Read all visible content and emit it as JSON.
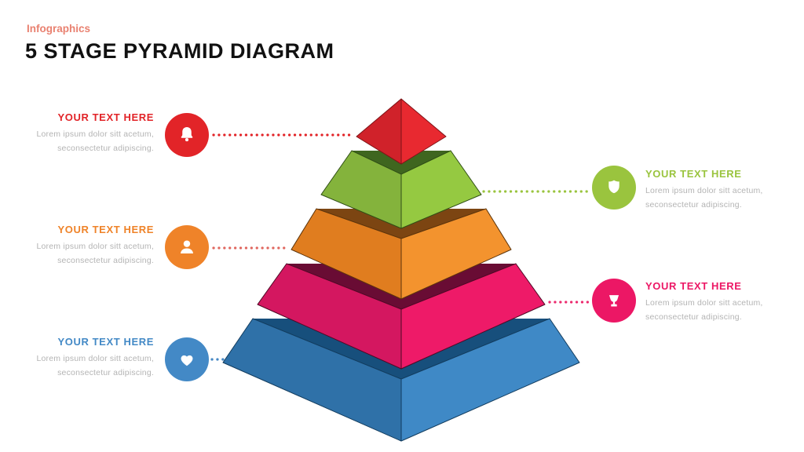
{
  "header": {
    "eyebrow": "Infographics",
    "title": "5 STAGE PYRAMID DIAGRAM"
  },
  "items": [
    {
      "stage": 1,
      "side": "left",
      "icon": "bell-icon",
      "title": "YOUR TEXT HERE",
      "line1": "Lorem ipsum dolor sitt acetum,",
      "line2": "seconsectetur adipiscing.",
      "accent": "#e22428",
      "dots": "#e22428"
    },
    {
      "stage": 2,
      "side": "right",
      "icon": "shield-icon",
      "title": "YOUR TEXT HERE",
      "line1": "Lorem ipsum dolor sitt acetum,",
      "line2": "seconsectetur adipiscing.",
      "accent": "#9ac43e",
      "dots": "#9ac43e"
    },
    {
      "stage": 3,
      "side": "left",
      "icon": "user-icon",
      "title": "YOUR TEXT HERE",
      "line1": "Lorem ipsum dolor sitt acetum,",
      "line2": "seconsectetur adipiscing.",
      "accent": "#ef8329",
      "dots": "#e0675f"
    },
    {
      "stage": 4,
      "side": "right",
      "icon": "trophy-icon",
      "title": "YOUR TEXT HERE",
      "line1": "Lorem ipsum dolor sitt acetum,",
      "line2": "seconsectetur adipiscing.",
      "accent": "#ec1765",
      "dots": "#ec2a6e"
    },
    {
      "stage": 5,
      "side": "left",
      "icon": "heart-icon",
      "title": "YOUR TEXT HERE",
      "line1": "Lorem ipsum dolor sitt acetum,",
      "line2": "seconsectetur adipiscing.",
      "accent": "#4389c6",
      "dots": "#4587c4"
    }
  ],
  "pyramid": {
    "stage_count": 5,
    "layers": [
      {
        "name": "red",
        "face_left": "#d0222a",
        "face_right": "#e82930",
        "top_band": null,
        "outline": "#7e1317"
      },
      {
        "name": "green",
        "face_left": "#84b33c",
        "face_right": "#95c941",
        "top_band": "#3f661f",
        "outline": "#2f4e16"
      },
      {
        "name": "orange",
        "face_left": "#e07d1f",
        "face_right": "#f3932e",
        "top_band": "#7c4512",
        "outline": "#5c340b"
      },
      {
        "name": "pink",
        "face_left": "#d41760",
        "face_right": "#ee1a68",
        "top_band": "#690c34",
        "outline": "#4e0825"
      },
      {
        "name": "blue",
        "face_left": "#2f71a8",
        "face_right": "#3f89c6",
        "top_band": "#174f7c",
        "outline": "#123c5e"
      }
    ]
  }
}
